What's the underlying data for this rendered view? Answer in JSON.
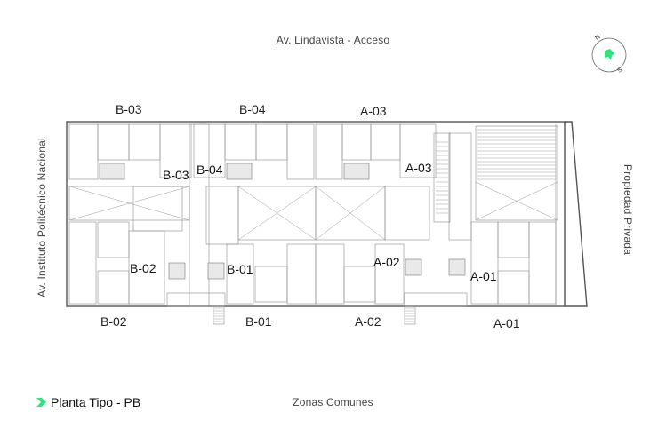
{
  "streets": {
    "top": "Av. Lindavista - Acceso",
    "left": "Av. Instituto Politécnico Nacional",
    "right": "Propiedad Privada",
    "bottom": "Zonas Comunes"
  },
  "plan_title": "Planta Tipo - PB",
  "compass": {
    "north": "N",
    "south": "S"
  },
  "units_outer": {
    "top": [
      "B-03",
      "B-04",
      "A-03"
    ],
    "bottom": [
      "B-02",
      "B-01",
      "A-02",
      "A-01"
    ]
  },
  "units_inner": [
    "B-03",
    "B-04",
    "A-03",
    "B-02",
    "B-01",
    "A-02",
    "A-01"
  ],
  "colors": {
    "accent": "#2ee57a",
    "line": "#555555"
  }
}
